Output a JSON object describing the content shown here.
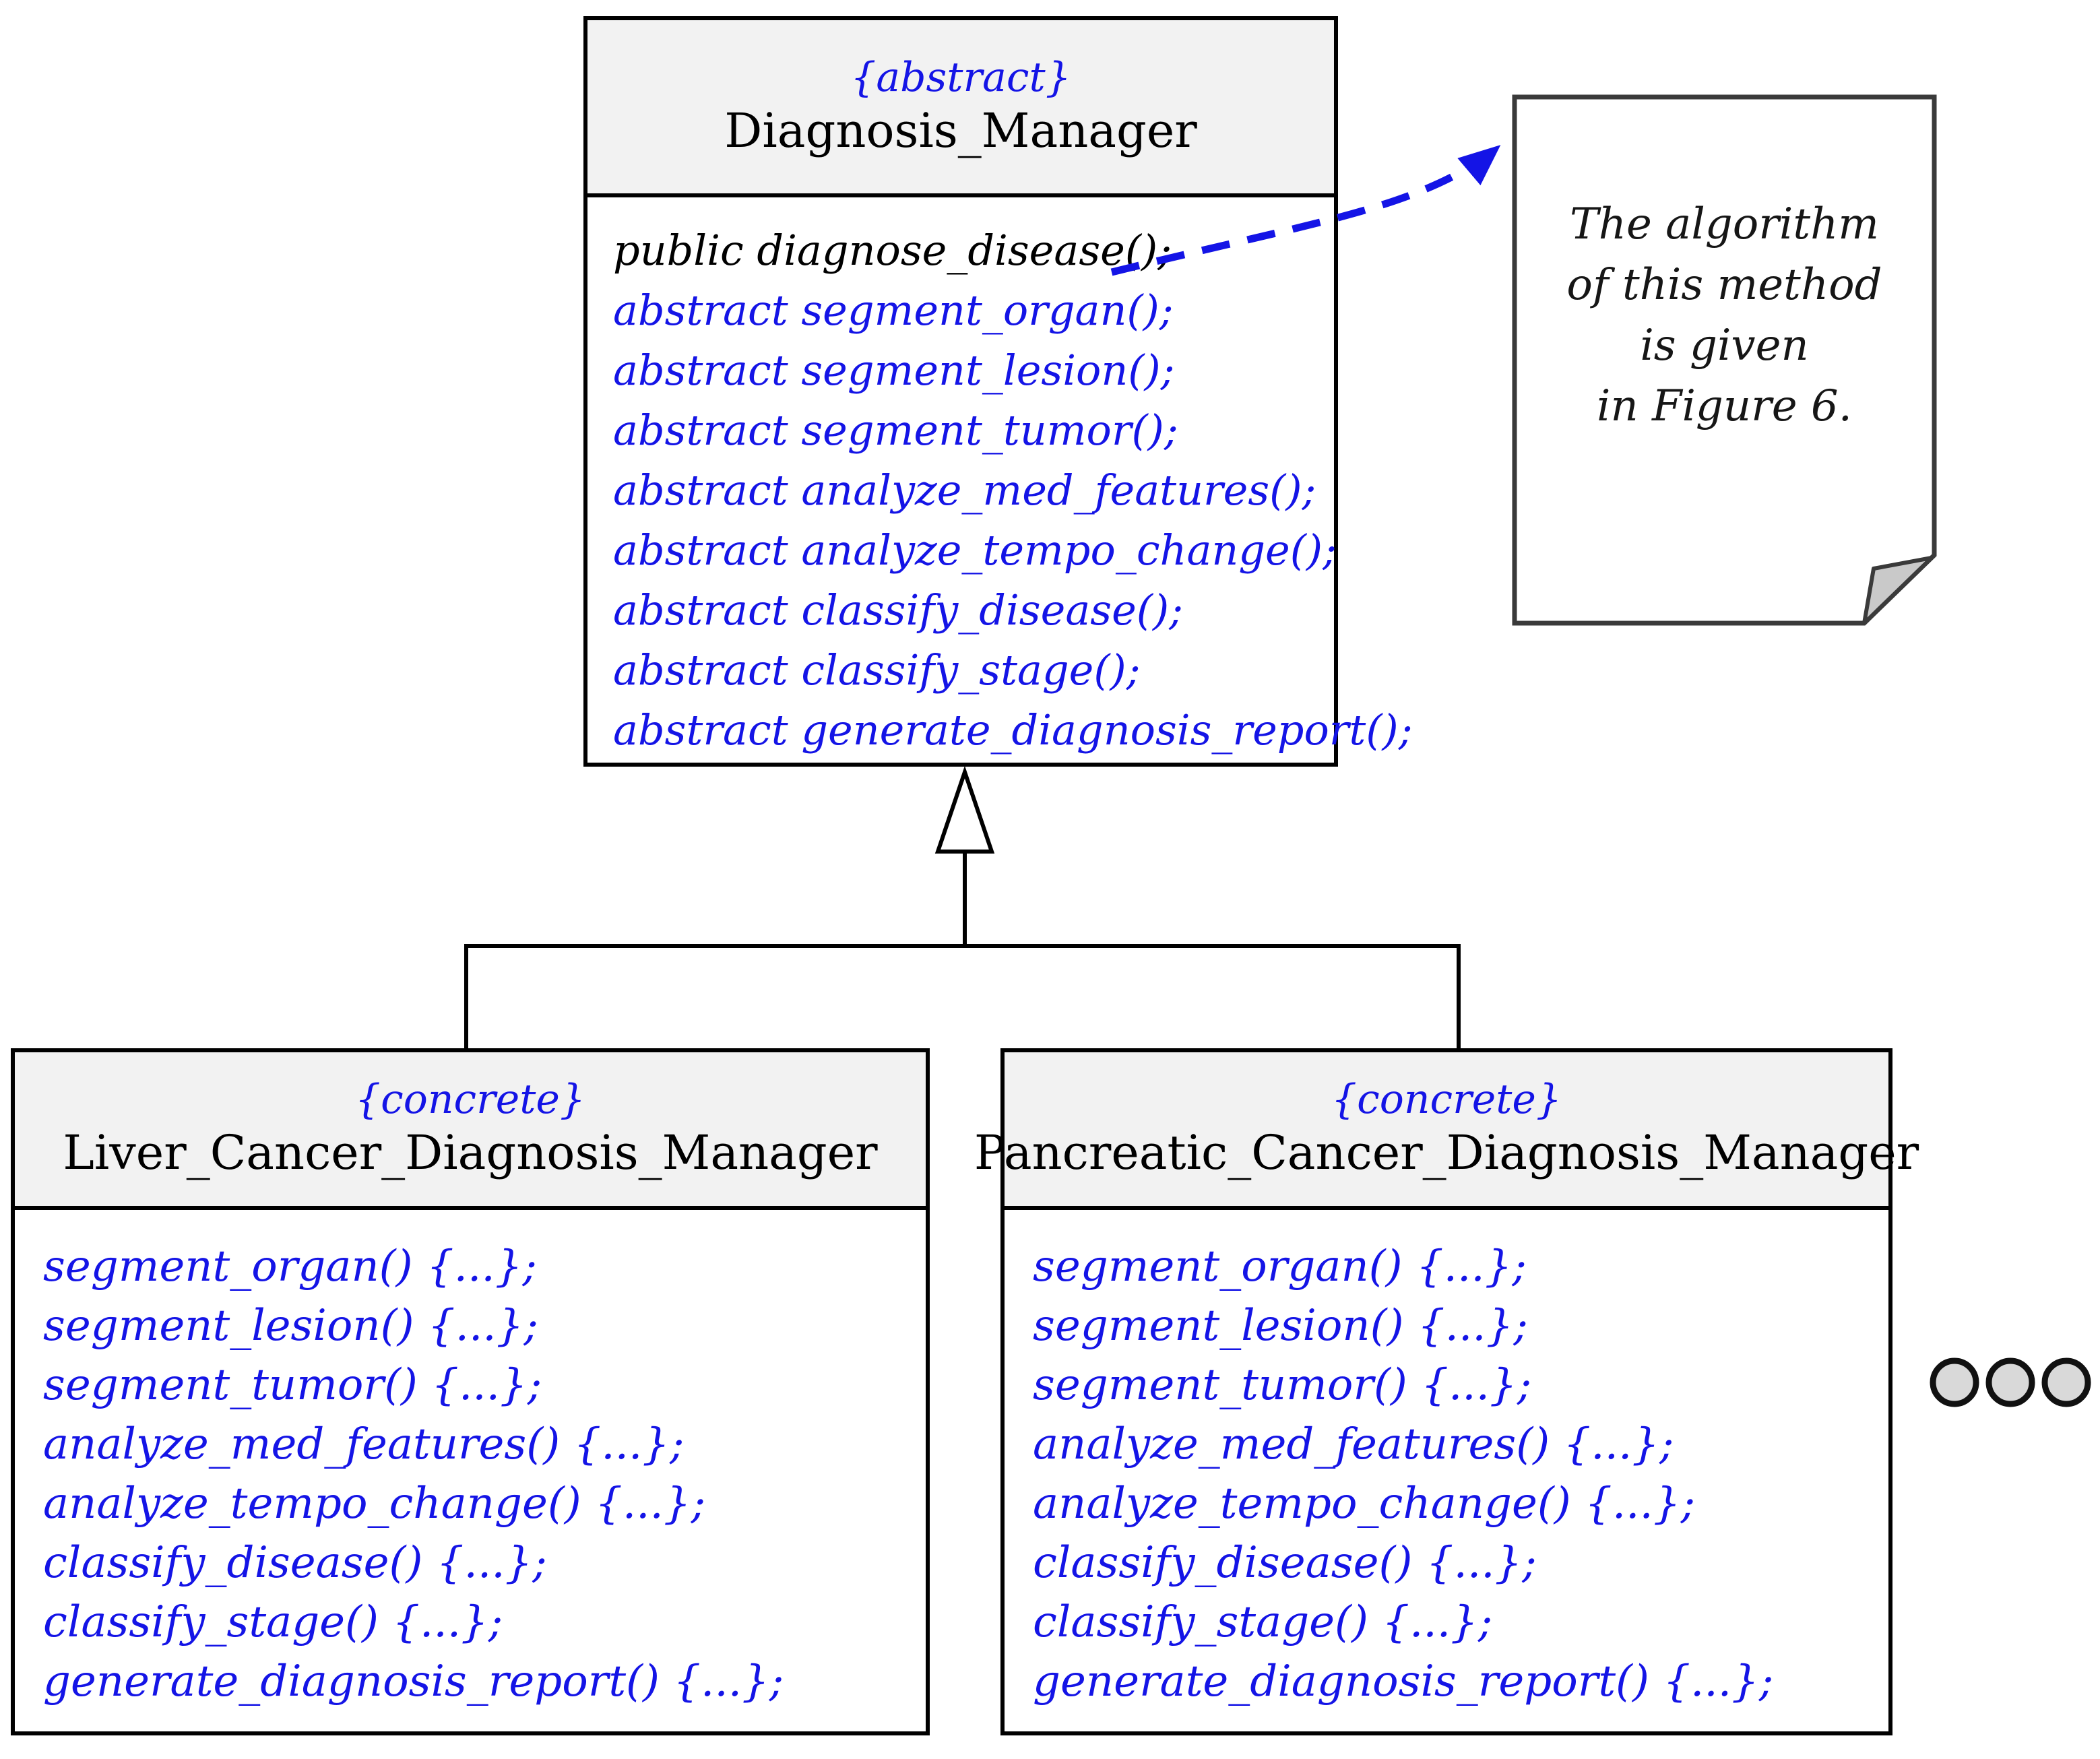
{
  "diagram_type": "uml-class-diagram",
  "colors": {
    "accent_blue": "#1414e6",
    "header_fill": "#f2f2f2",
    "box_border": "#000000",
    "note_border": "#3a3a3a",
    "note_fold_fill": "#c9c9c9",
    "ellipsis_fill": "#d9d9d9"
  },
  "parent_class": {
    "stereotype": "{abstract}",
    "name": "Diagnosis_Manager",
    "methods": [
      {
        "text": "public diagnose_disease();",
        "role": "public-method"
      },
      {
        "text": "abstract segment_organ();",
        "role": "abstract-method"
      },
      {
        "text": "abstract segment_lesion();",
        "role": "abstract-method"
      },
      {
        "text": "abstract segment_tumor();",
        "role": "abstract-method"
      },
      {
        "text": "abstract analyze_med_features();",
        "role": "abstract-method"
      },
      {
        "text": "abstract analyze_tempo_change();",
        "role": "abstract-method"
      },
      {
        "text": "abstract classify_disease();",
        "role": "abstract-method"
      },
      {
        "text": "abstract classify_stage();",
        "role": "abstract-method"
      },
      {
        "text": "abstract generate_diagnosis_report();",
        "role": "abstract-method"
      }
    ]
  },
  "note": {
    "lines": [
      "The algorithm",
      "of this method",
      "is given",
      "in Figure 6."
    ]
  },
  "subclasses": [
    {
      "stereotype": "{concrete}",
      "name": "Liver_Cancer_Diagnosis_Manager",
      "methods": [
        "segment_organ() {...};",
        "segment_lesion() {...};",
        "segment_tumor() {...};",
        "analyze_med_features() {...};",
        "analyze_tempo_change() {...};",
        "classify_disease() {...};",
        "classify_stage() {...};",
        "generate_diagnosis_report() {...};"
      ]
    },
    {
      "stereotype": "{concrete}",
      "name": "Pancreatic_Cancer_Diagnosis_Manager",
      "methods": [
        "segment_organ() {...};",
        "segment_lesion() {...};",
        "segment_tumor() {...};",
        "analyze_med_features() {...};",
        "analyze_tempo_change() {...};",
        "classify_disease() {...};",
        "classify_stage() {...};",
        "generate_diagnosis_report() {...};"
      ]
    }
  ],
  "ellipsis": {
    "count": 3
  }
}
